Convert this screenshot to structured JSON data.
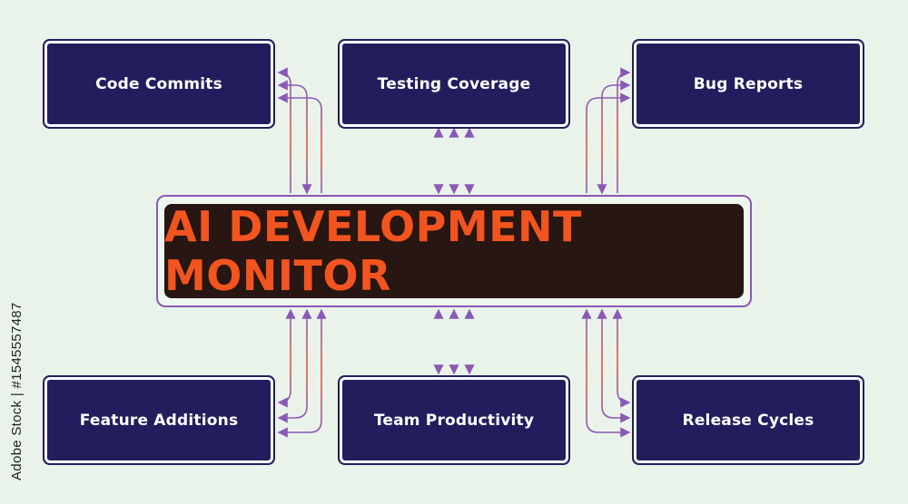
{
  "diagram": {
    "center_title": "AI DEVELOPMENT MONITOR",
    "nodes": [
      {
        "label": "Code Commits"
      },
      {
        "label": "Testing Coverage"
      },
      {
        "label": "Bug Reports"
      },
      {
        "label": "Feature Additions"
      },
      {
        "label": "Team Productivity"
      },
      {
        "label": "Release Cycles"
      }
    ]
  },
  "watermark": {
    "side_text": "Adobe Stock | #1545557487"
  },
  "colors": {
    "background": "#eaf3ea",
    "node_fill": "#221e5e",
    "center_fill": "#271611",
    "center_text": "#f2541f",
    "connector_purple": "#8a59b6",
    "connector_orange": "#e6573a"
  }
}
